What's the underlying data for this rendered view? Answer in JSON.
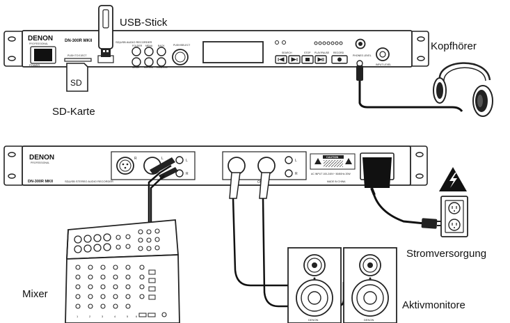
{
  "labels": {
    "usb": "USB-Stick",
    "sd_card": "SD-Karte",
    "headphones": "Kopfhörer",
    "power": "Stromversorgung",
    "mixer": "Mixer",
    "monitors": "Aktivmonitore"
  },
  "front_panel": {
    "brand": "DENON",
    "brand_sub": "PROFESSIONAL",
    "model": "DN-300R MKII",
    "subtitle": "SD|USB AUDIO RECORDER",
    "sd_slot_text": "PUSH TO EJECT",
    "power_text": "POWER",
    "buttons_row1": [
      "FOLDER",
      "MENU",
      "BACK"
    ],
    "buttons_row2": [
      "MODE",
      "REPEAT",
      "RANDOM"
    ],
    "knob_label": "PUSH/SELECT",
    "search_label": "SEARCH",
    "stop_label": "STOP",
    "play_label": "PLAY/PAUSE",
    "record_label": "RECORD",
    "phones_label": "PHONES LEVEL",
    "input_label": "INPUT LEVEL",
    "sd_text": "SD"
  },
  "rear_panel": {
    "brand": "DENON",
    "brand_sub": "PROFESSIONAL",
    "model": "DN-300R MKII",
    "subtitle": "SD|USB STEREO AUDIO RECORDER",
    "caution_label": "CAUTION",
    "input_r": "R",
    "input_l": "L",
    "out_label": "OUT",
    "ac_text": "AC INPUT 100-240V~ 50/60Hz 20W",
    "made_in": "MADE IN CHINA"
  },
  "speaker_brand": "DENON",
  "mixer_channel_numbers": [
    "1",
    "2",
    "3",
    "4",
    "5",
    "6"
  ]
}
